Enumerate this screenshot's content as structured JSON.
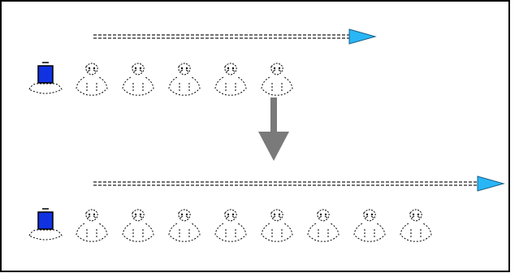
{
  "diagram": {
    "rows": [
      {
        "first_item": "blue-marker",
        "figure_count": 5,
        "arrow": "dashed-right-arrow"
      },
      {
        "first_item": "blue-marker",
        "figure_count": 8,
        "arrow": "dashed-right-arrow"
      }
    ],
    "transition": "down-arrow"
  },
  "colors": {
    "frame": "#000000",
    "arrow_fill": "#29b6f6",
    "arrow_stroke": "#1a5f85",
    "marker_fill": "#1032e0",
    "marker_stroke": "#000000",
    "down_arrow": "#7a7a7a",
    "figure_line": "#000000",
    "background": "#ffffff"
  }
}
